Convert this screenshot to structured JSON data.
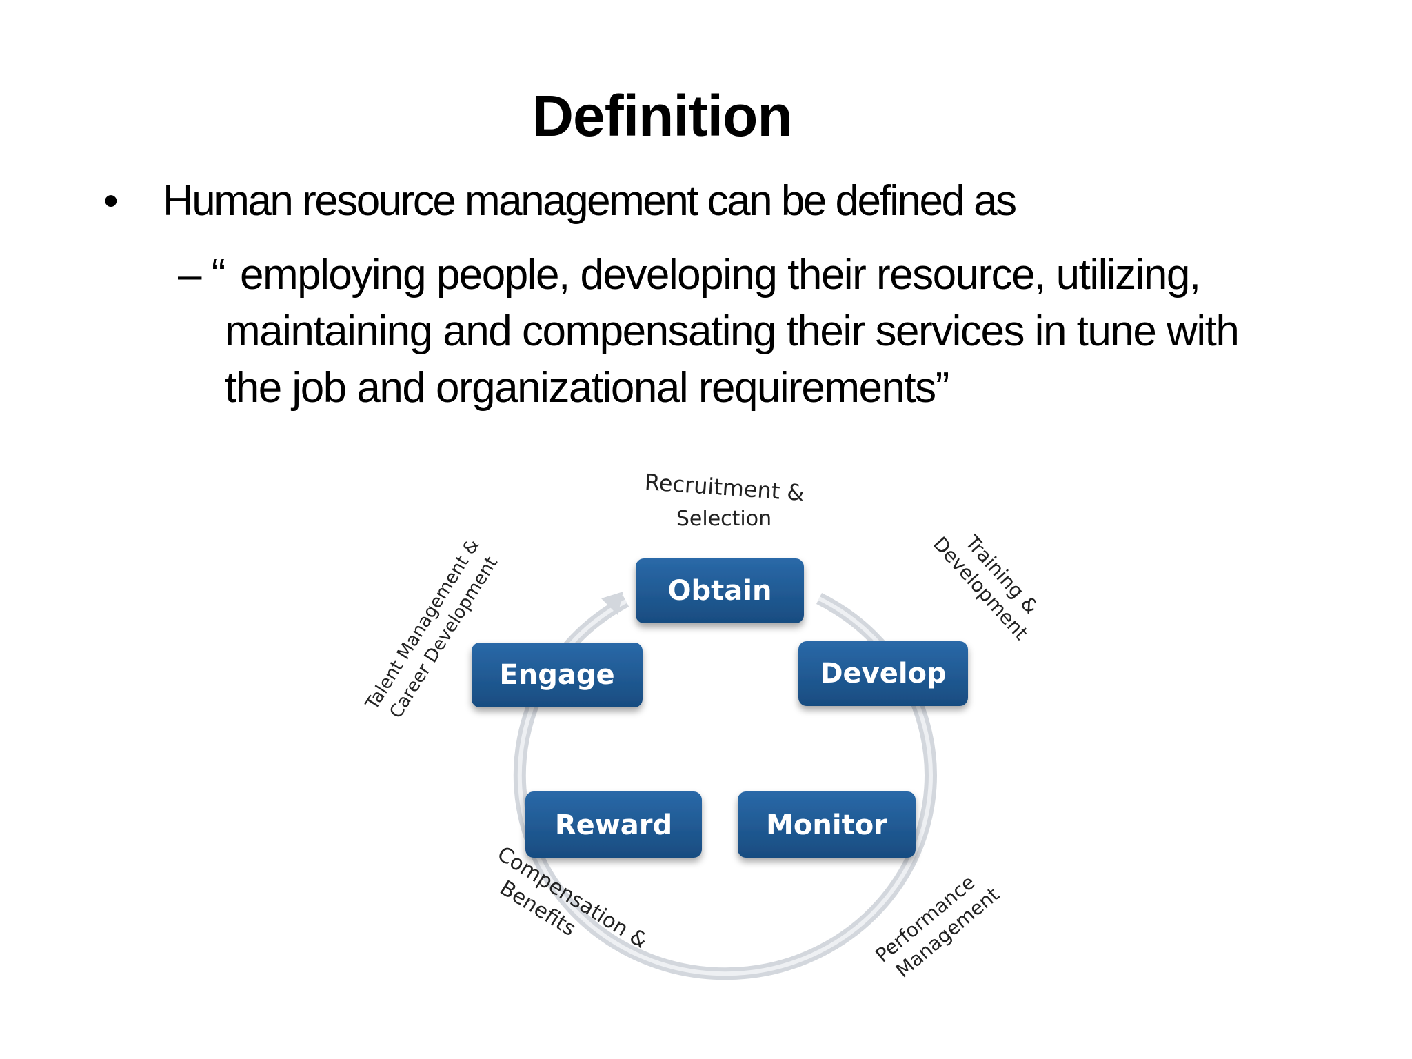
{
  "slide": {
    "title": "Definition",
    "bullet": {
      "marker": "•",
      "text": "Human resource management can be defined as"
    },
    "sub_bullet": {
      "marker": "– “",
      "lines": [
        "employing people, developing their resource, utilizing,",
        "maintaining and compensating their services in tune with",
        "the job and organizational requirements”"
      ]
    }
  },
  "diagram": {
    "colors": {
      "box_fill": "#1f5a94",
      "box_fill_dark": "#174775",
      "box_text": "#ffffff",
      "ring": "#d3d7dd",
      "caption_text": "#222222"
    },
    "stages": [
      {
        "label": "Obtain"
      },
      {
        "label": "Develop"
      },
      {
        "label": "Monitor"
      },
      {
        "label": "Reward"
      },
      {
        "label": "Engage"
      }
    ],
    "captions": [
      {
        "lines": [
          "Recruitment &",
          "Selection"
        ]
      },
      {
        "lines": [
          "Training &",
          "Development"
        ]
      },
      {
        "lines": [
          "Performance",
          "Management"
        ]
      },
      {
        "lines": [
          "Compensation &",
          "Benefits"
        ]
      },
      {
        "lines": [
          "Talent Management &",
          "Career Development"
        ]
      }
    ]
  }
}
